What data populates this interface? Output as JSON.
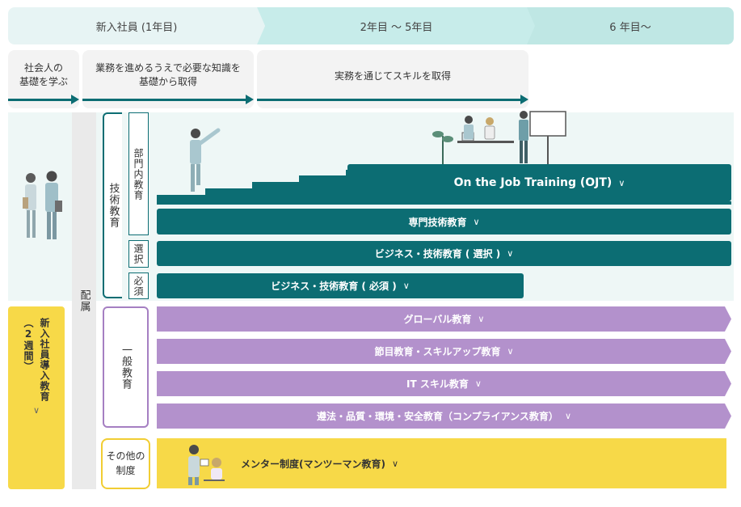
{
  "timeline": [
    {
      "label": "新入社員 (1年目)"
    },
    {
      "label": "2年目 〜 5年目"
    },
    {
      "label": "6 年目〜"
    }
  ],
  "phases": {
    "basics_line1": "社会人の",
    "basics_line2": "基礎を学ぶ",
    "knowledge_line1": "業務を進めるうえで必要な知識を",
    "knowledge_line2": "基礎から取得",
    "practice": "実務を通じてスキルを取得"
  },
  "left": {
    "assignment": "配属",
    "induction": "新入社員導入教育",
    "induction_duration": "（2週間）",
    "chevron": "∨"
  },
  "categories": {
    "technical": "技術教育",
    "in_department": "部門内教育",
    "elective": "選択",
    "required": "必須",
    "general": "一般教育",
    "other_line1": "その他の",
    "other_line2": "制度"
  },
  "programs": {
    "ojt": "On the Job Training (OJT)",
    "specialist": "専門技術教育",
    "biz_elective": "ビジネス・技術教育 ( 選択 )",
    "biz_required": "ビジネス・技術教育 ( 必須 )",
    "global": "グローバル教育",
    "milestone": "節目教育・スキルアップ教育",
    "it_skill": "IT スキル教育",
    "compliance": "遵法・品質・環境・安全教育（コンプライアンス教育）",
    "mentor": "メンター制度(マンツーマン教育)"
  },
  "colors": {
    "teal": "#0c6d73",
    "purple": "#b391cc",
    "yellow": "#f7d948"
  }
}
